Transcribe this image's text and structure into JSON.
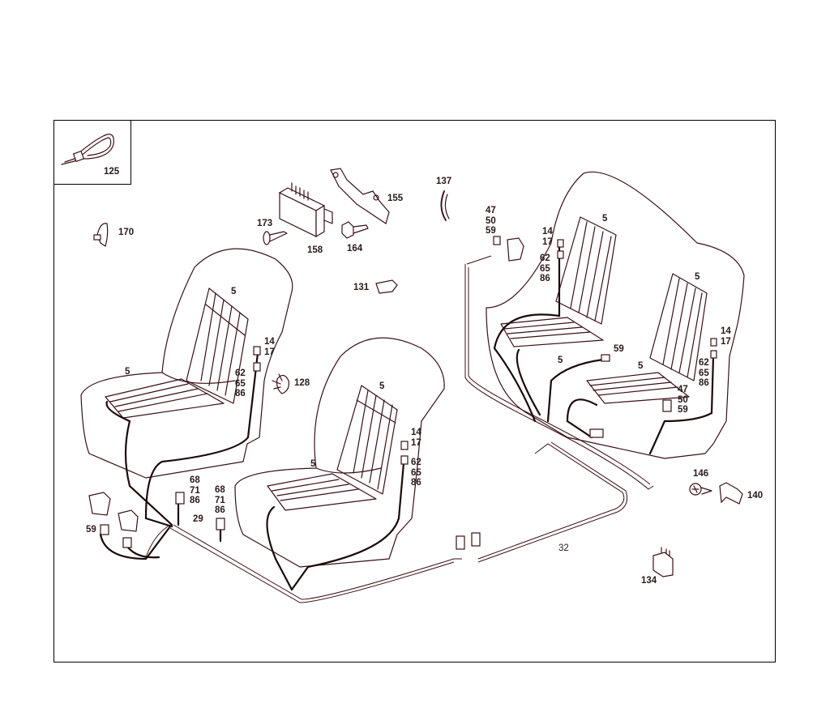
{
  "diagram": {
    "subject": "Seat heating wiring harness parts diagram",
    "colors": {
      "line": "#3a1015",
      "text": "#2a1a1a",
      "background": "#ffffff"
    },
    "inset": {
      "part": "125",
      "description": "cable tie"
    },
    "callouts": {
      "p125": "125",
      "p170": "170",
      "p173": "173",
      "p158": "158",
      "p164": "164",
      "p155": "155",
      "p137": "137",
      "p131": "131",
      "p128": "128",
      "p146": "146",
      "p140": "140",
      "p134": "134",
      "p29": "29",
      "p32": "32",
      "p59_left": "59",
      "rear_conn_top": "47\n50\n59",
      "rear_conn_mid": "47\n50\n59",
      "rear_59": "59",
      "left_seat_back": "5",
      "left_seat_cushion": "5",
      "left_14_17": "14\n17",
      "left_62_65_86": "62\n65\n86",
      "left_68_71_86": "68\n71\n86",
      "center_68_71_86": "68\n71\n86",
      "right_seat_back": "5",
      "right_seat_cushion": "5",
      "right_14_17": "14\n17",
      "right_62_65_86": "62\n65\n86",
      "rear_left_back": "5",
      "rear_left_cushion": "5",
      "rear_left_14_17": "14\n17",
      "rear_left_62_65_86": "62\n65\n86",
      "rear_right_back": "5",
      "rear_right_cushion": "5",
      "rear_right_14_17": "14\n17",
      "rear_right_62_65_86": "62\n65\n86"
    }
  }
}
